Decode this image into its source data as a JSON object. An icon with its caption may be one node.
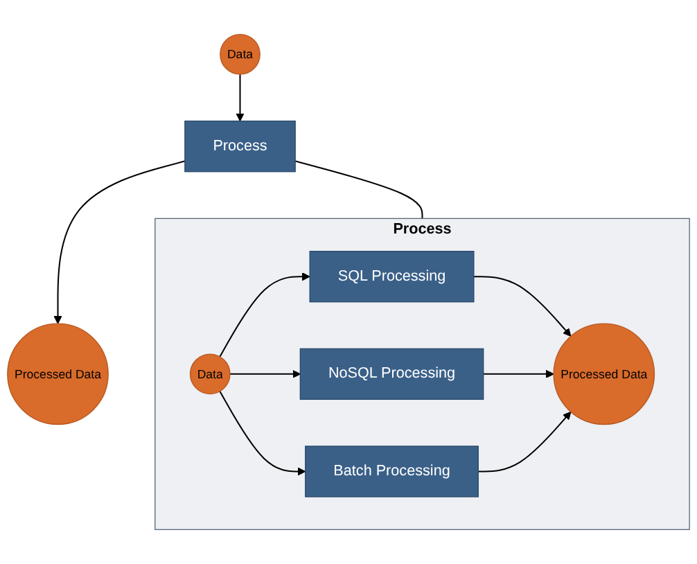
{
  "diagram": {
    "nodes": [
      {
        "text": [
          "Data"
        ]
      },
      {
        "text": [
          "Process"
        ]
      },
      {
        "text": [
          "Processed Data"
        ]
      },
      {
        "text": [
          "Process"
        ]
      },
      {
        "text": [
          "Data"
        ],
        "in": 3
      },
      {
        "text": [
          "SQL Processing"
        ],
        "in": 3
      },
      {
        "text": [
          "NoSQL Processing"
        ],
        "in": 3
      },
      {
        "text": [
          "Batch Processing"
        ],
        "in": 3
      },
      {
        "text": [
          "Processed Data"
        ],
        "in": 3
      }
    ],
    "edges": [
      {
        "from": 0,
        "to": 1,
        "arrow": "to"
      },
      {
        "from": 1,
        "to": 2,
        "arrow": "to"
      },
      {
        "from": 1,
        "to": 3,
        "arrow": "none"
      },
      {
        "from": 4,
        "to": 5,
        "arrow": "to"
      },
      {
        "from": 4,
        "to": 6,
        "arrow": "to"
      },
      {
        "from": 4,
        "to": 7,
        "arrow": "to"
      },
      {
        "from": 5,
        "to": 8,
        "arrow": "to"
      },
      {
        "from": 6,
        "to": 8,
        "arrow": "to"
      },
      {
        "from": 7,
        "to": 8,
        "arrow": "to"
      }
    ]
  }
}
